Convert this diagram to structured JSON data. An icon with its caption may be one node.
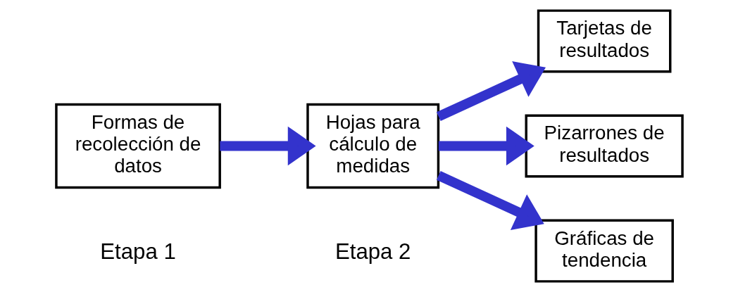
{
  "diagram": {
    "nodes": [
      {
        "text": [
          "Formas de recolección de datos"
        ]
      },
      {
        "text": [
          "Hojas para cálculo de medidas"
        ]
      },
      {
        "text": [
          "Tarjetas de resultados"
        ]
      },
      {
        "text": [
          "Pizarrones de resultados"
        ]
      },
      {
        "text": [
          "Gráficas de tendencia"
        ]
      }
    ],
    "edges": [
      {
        "from": 0,
        "to": 1,
        "arrow": "to"
      },
      {
        "from": 1,
        "to": 2,
        "arrow": "to"
      },
      {
        "from": 1,
        "to": 3,
        "arrow": "to"
      },
      {
        "from": 1,
        "to": 4,
        "arrow": "to"
      }
    ],
    "labels": [
      "Etapa 1",
      "Etapa 2"
    ]
  }
}
